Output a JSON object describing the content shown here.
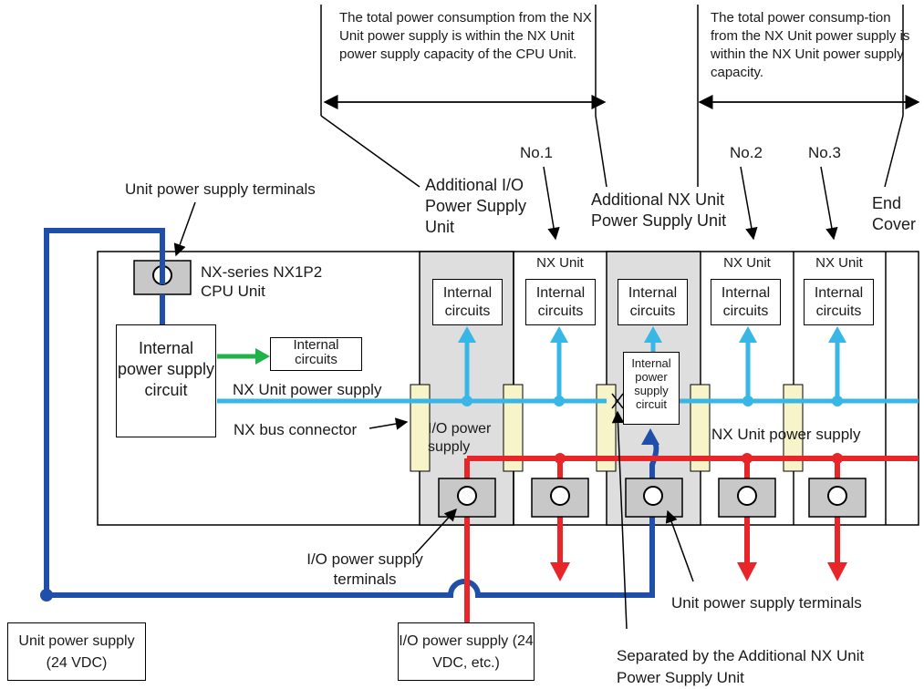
{
  "colors": {
    "unit_power_line": "#1f4fa8",
    "nx_power_line": "#38b7e6",
    "io_power_line": "#e8262a",
    "internal_arrow": "#1fb14a",
    "shaded_unit": "#dedede",
    "bus_connector": "#f6f4c8",
    "terminal_block": "#c8c8c8"
  },
  "notes": {
    "left_capacity": "The total power consumption from the NX Unit power supply is within the NX Unit power supply capacity of the CPU Unit.",
    "right_capacity": "The total power consump-tion from the NX Unit power supply is within the NX Unit power supply capacity."
  },
  "labels": {
    "no1": "No.1",
    "no2": "No.2",
    "no3": "No.3",
    "additional_io_unit": "Additional I/O Power Supply Unit",
    "additional_nx_unit": "Additional NX Unit Power Supply Unit",
    "end_cover": "End Cover",
    "unit_power_terminals_top": "Unit power supply terminals",
    "cpu_unit_name": "NX-series NX1P2 CPU Unit",
    "internal_power_supply_circuit": "Internal power supply circuit",
    "internal_circuits_cpu": "Internal circuits",
    "nx_unit_power_supply_left": "NX Unit power supply",
    "nx_bus_connector": "NX bus connector",
    "io_power_supply_inner": "I/O power supply",
    "nx_unit_power_supply_right": "NX Unit power supply",
    "io_power_terminals": "I/O power supply terminals",
    "unit_power_terminals_bottom": "Unit power supply terminals",
    "unit_power_source": "Unit power supply (24 VDC)",
    "io_power_source": "I/O power supply (24 VDC, etc.)",
    "separated_by": "Separated by the Additional NX Unit Power Supply Unit",
    "nx_unit": "NX Unit",
    "internal_circuits": "Internal circuits",
    "internal_power_supply_circuit_small": "Internal power supply circuit"
  }
}
